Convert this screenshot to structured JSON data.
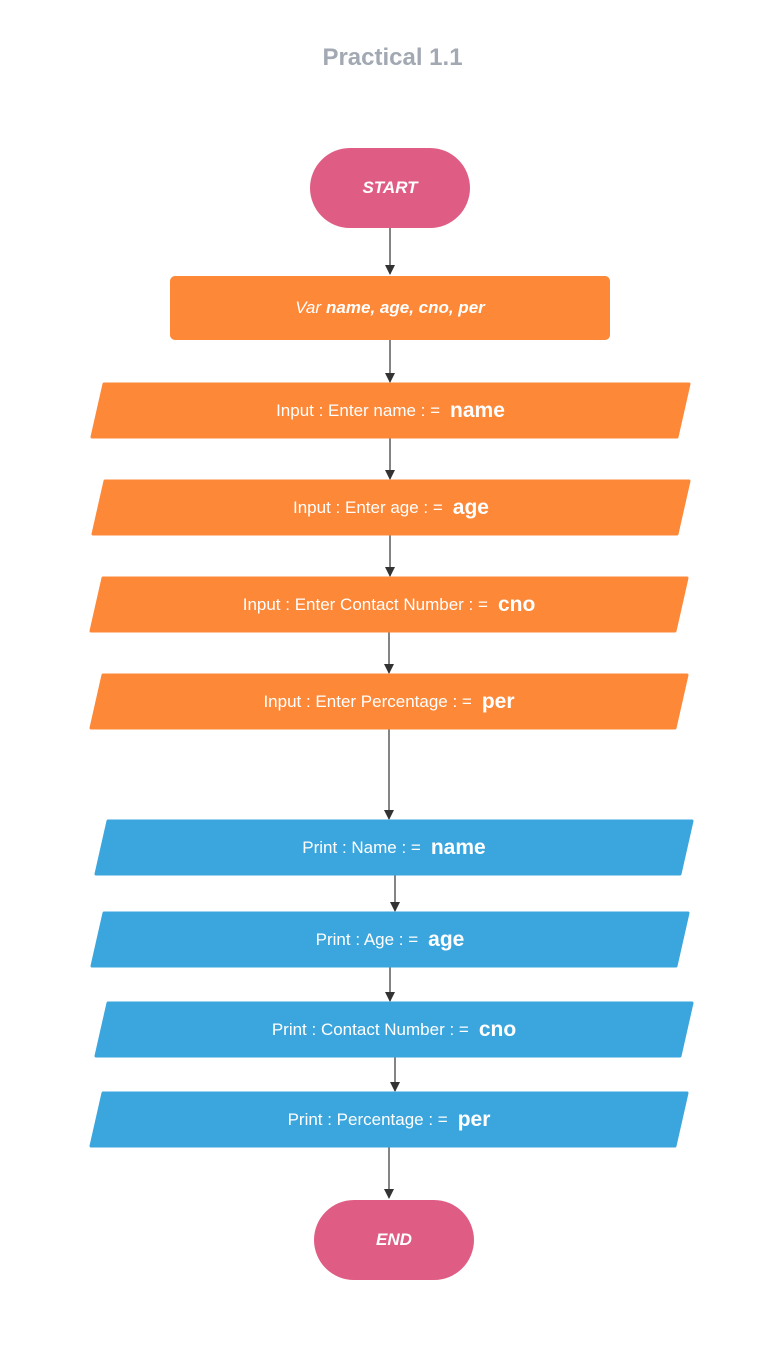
{
  "title": "Practical 1.1",
  "colors": {
    "terminal": "#df5d84",
    "process": "#fd8838",
    "output": "#3ba6dd",
    "arrow": "#333333",
    "title": "#a2a9b3"
  },
  "nodes": {
    "start": {
      "label": "START"
    },
    "declare": {
      "prefix": "Var",
      "vars": "name, age, cno, per"
    },
    "input_name": {
      "text": "Input : Enter name : =",
      "var": "name"
    },
    "input_age": {
      "text": "Input : Enter age : =",
      "var": "age"
    },
    "input_cno": {
      "text": "Input : Enter Contact Number : =",
      "var": "cno"
    },
    "input_per": {
      "text": "Input : Enter Percentage : =",
      "var": "per"
    },
    "print_name": {
      "text": "Print : Name : =",
      "var": "name"
    },
    "print_age": {
      "text": "Print : Age : =",
      "var": "age"
    },
    "print_cno": {
      "text": "Print : Contact Number : =",
      "var": "cno"
    },
    "print_per": {
      "text": "Print : Percentage : =",
      "var": "per"
    },
    "end": {
      "label": "END"
    }
  }
}
